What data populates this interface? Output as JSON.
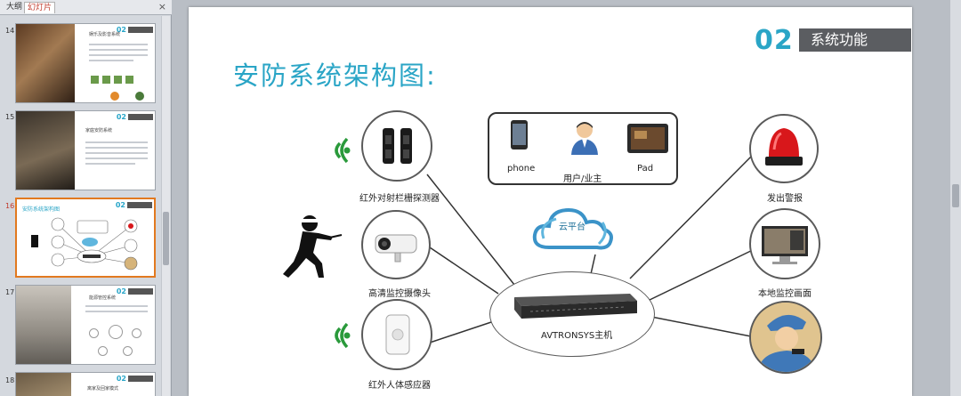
{
  "pane": {
    "tab_outline": "大纲",
    "tab_slides": "幻灯片",
    "close": "×",
    "slides": [
      {
        "num": "14",
        "title": "娱乐及影音系统",
        "badge": "02"
      },
      {
        "num": "15",
        "title": "家庭安防系统",
        "badge": "02"
      },
      {
        "num": "16",
        "title": "安防系统架构图",
        "badge": "02"
      },
      {
        "num": "17",
        "title": "能源管控系统",
        "badge": "02"
      },
      {
        "num": "18",
        "title": "离家及回家模式",
        "badge": "02"
      }
    ]
  },
  "slide": {
    "section_number": "02",
    "section_title": "系统功能",
    "title": "安防系统架构图:",
    "labels": {
      "infrared_fence": "红外对射栏栅探测器",
      "hd_camera": "高清监控摄像头",
      "pir_sensor": "红外人体感应器",
      "phone": "phone",
      "user_owner": "用户/业主",
      "pad": "Pad",
      "cloud": "云平台",
      "alarm": "发出警报",
      "local_monitor": "本地监控画面",
      "host": "AVTRONSYS主机"
    }
  },
  "colors": {
    "accent": "#2aa5c6",
    "section_bar": "#5b5d61",
    "selected_slide": "#e2791f",
    "wifi_green": "#2a9a3b",
    "alarm_red": "#d8171b"
  }
}
